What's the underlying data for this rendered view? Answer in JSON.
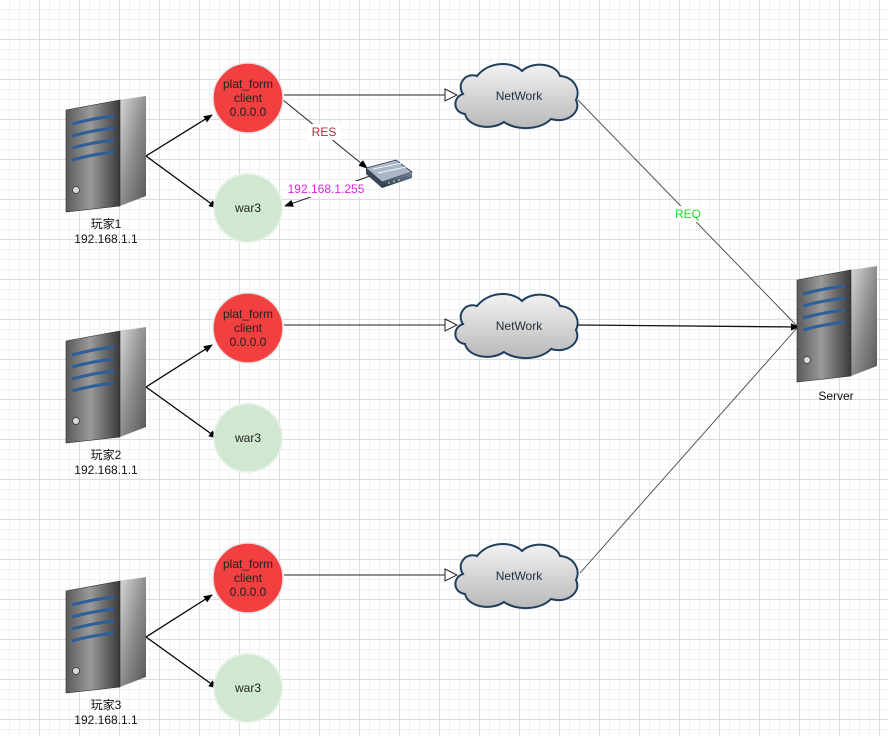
{
  "players": [
    {
      "name": "玩家1",
      "ip": "192.168.1.1"
    },
    {
      "name": "玩家2",
      "ip": "192.168.1.1"
    },
    {
      "name": "玩家3",
      "ip": "192.168.1.1"
    }
  ],
  "platform_nodes": [
    {
      "line1": "plat_form",
      "line2": "client",
      "line3": "0.0.0.0",
      "color": "#f23f3f"
    },
    {
      "line1": "plat_form",
      "line2": "client",
      "line3": "0.0.0.0",
      "color": "#f23f3f"
    },
    {
      "line1": "plat_form",
      "line2": "client",
      "line3": "0.0.0.0",
      "color": "#f23f3f"
    }
  ],
  "war3_nodes": [
    {
      "label": "war3",
      "color": "#cfe8cf"
    },
    {
      "label": "war3",
      "color": "#cfe8cf"
    },
    {
      "label": "war3",
      "color": "#cfe8cf"
    }
  ],
  "clouds": [
    {
      "label": "NetWork"
    },
    {
      "label": "NetWork"
    },
    {
      "label": "NetWork"
    }
  ],
  "server": {
    "label": "Server"
  },
  "edge_labels": {
    "res": {
      "text": "RES",
      "color": "#b0303a"
    },
    "broadcast": {
      "text": "192.168.1.255",
      "color": "#e020e0"
    },
    "req": {
      "text": "REQ",
      "color": "#22dd22"
    }
  }
}
